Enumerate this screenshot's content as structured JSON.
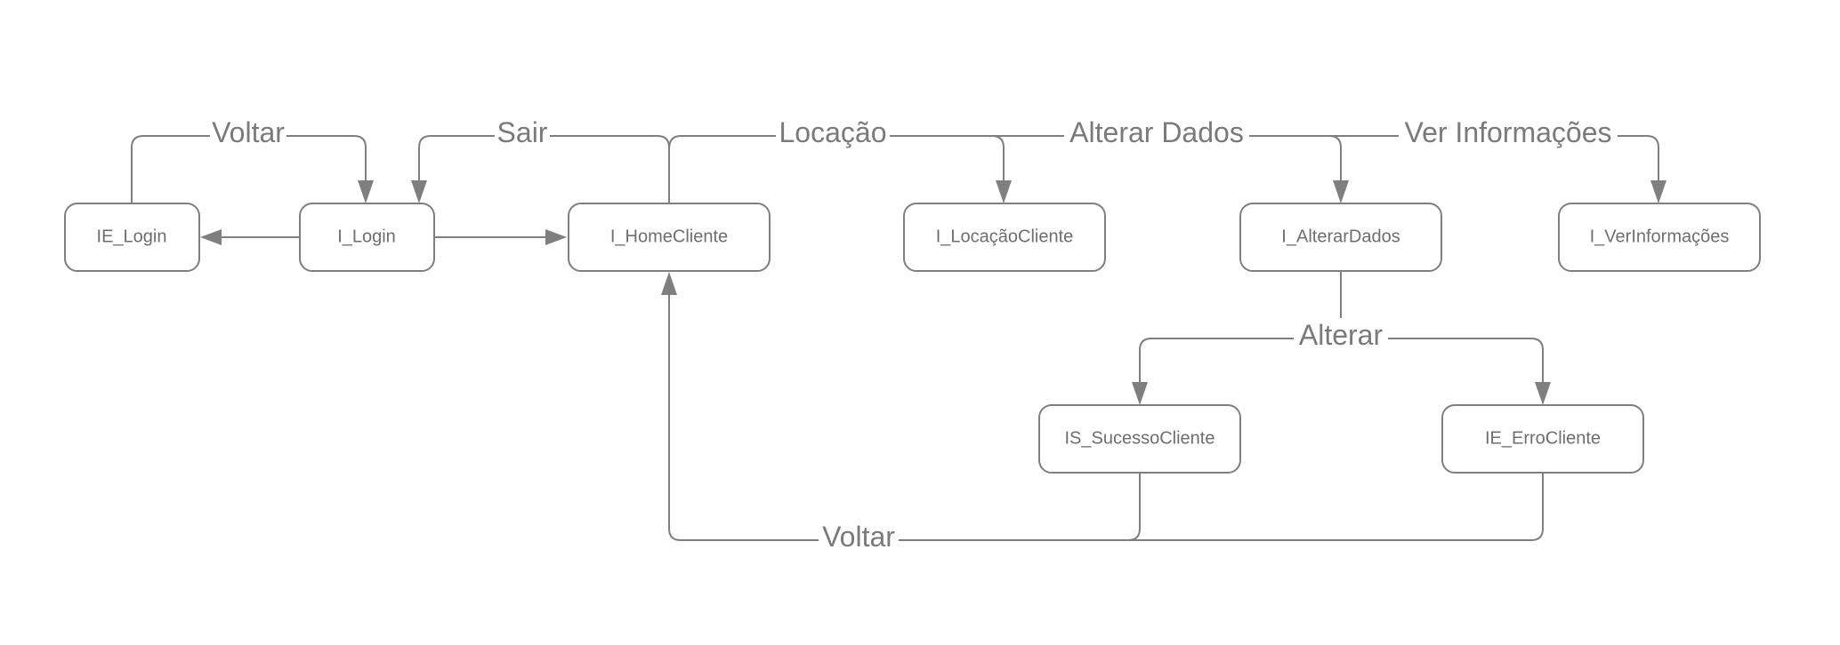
{
  "colors": {
    "line": "#7f7f7f",
    "node_text": "#6e6e6e",
    "edge_text": "#7a7a7a",
    "background": "#ffffff"
  },
  "nodes": {
    "ie_login": "IE_Login",
    "i_login": "I_Login",
    "i_homecliente": "I_HomeCliente",
    "i_locacaocliente": "I_LocaçãoCliente",
    "i_alterardados": "I_AlterarDados",
    "i_verinformacoes": "I_VerInformações",
    "is_sucessocliente": "IS_SucessoCliente",
    "ie_errocliente": "IE_ErroCliente"
  },
  "edge_labels": {
    "voltar_top": "Voltar",
    "sair": "Sair",
    "locacao": "Locação",
    "alterar_dados": "Alterar Dados",
    "ver_informacoes": "Ver Informações",
    "alterar": "Alterar",
    "voltar_bottom": "Voltar"
  }
}
